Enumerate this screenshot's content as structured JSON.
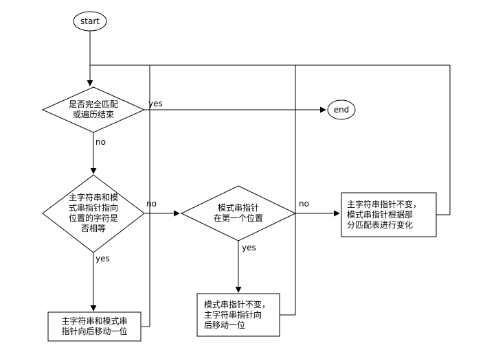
{
  "colors": {
    "stroke": "#000000",
    "background": "#ffffff",
    "node_fill": "#ffffff"
  },
  "nodes": {
    "start": {
      "label": "start"
    },
    "end": {
      "label": "end"
    },
    "decision_full_match_or_end": {
      "label": "是否完全匹配\n或遍历结束"
    },
    "decision_chars_equal": {
      "label": "主字符串和模\n式串指针指向\n位置的字符是\n否相等"
    },
    "decision_pattern_at_first": {
      "label": "模式串指针\n在第一个位置"
    },
    "process_move_both_pointers": {
      "label": "主字符串和模式串\n指针向后移动一位"
    },
    "process_move_main_pointer": {
      "label": "模式串指针不变，\n主字符串指针向\n后移动一位"
    },
    "process_partial_match_table": {
      "label": "主字符串指针不变，\n模式串指针根据部\n分匹配表进行变化"
    }
  },
  "edge_labels": {
    "full_match_yes": "yes",
    "full_match_no": "no",
    "chars_equal_no": "no",
    "chars_equal_yes": "yes",
    "pattern_first_yes": "yes",
    "pattern_first_no": "no"
  }
}
